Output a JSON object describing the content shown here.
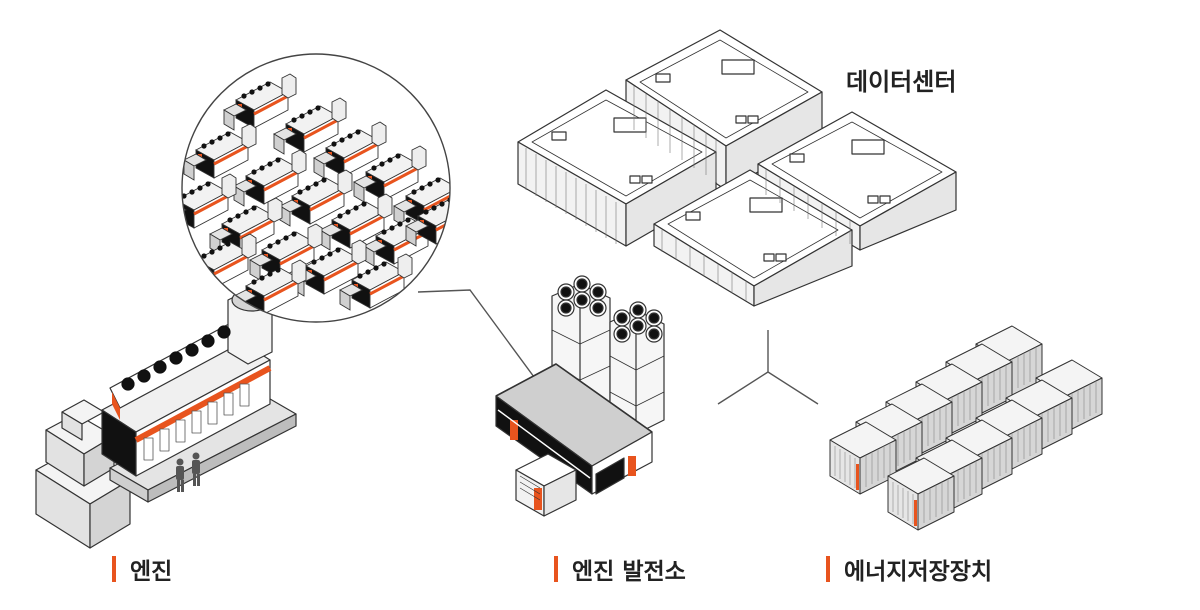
{
  "labels": {
    "data_center": "데이터센터",
    "engine": "엔진",
    "engine_power_plant": "엔진 발전소",
    "energy_storage": "에너지저장장치"
  },
  "colors": {
    "accent": "#e8541e",
    "line": "#333333",
    "fill_light": "#f4f4f4",
    "fill_mid": "#d9d9d9",
    "fill_dark": "#111111"
  }
}
